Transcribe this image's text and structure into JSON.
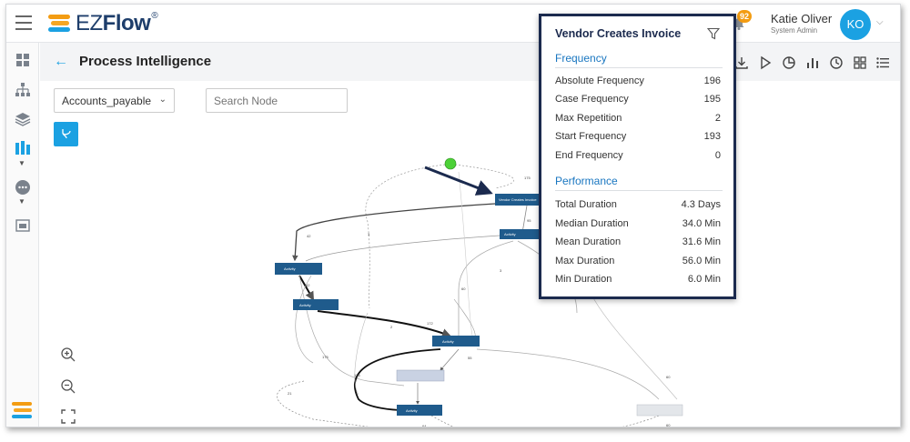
{
  "app": {
    "logo_text_light": "EZ",
    "logo_text_bold": "Flow",
    "logo_reg": "®",
    "notifications_count": "92"
  },
  "user": {
    "name": "Katie Oliver",
    "role": "System Admin",
    "initials": "KO"
  },
  "page": {
    "title": "Process Intelligence"
  },
  "controls": {
    "dataset_select": "Accounts_payable",
    "search_placeholder": "Search Node"
  },
  "sidebar": {
    "icons": [
      "dashboard-icon",
      "org-chart-icon",
      "layers-icon",
      "database-icon",
      "chat-icon",
      "reports-icon"
    ]
  },
  "toolbar": {
    "icons": [
      "download-icon",
      "play-icon",
      "pie-chart-icon",
      "bar-chart-icon",
      "clock-icon",
      "grid-icon",
      "list-icon"
    ]
  },
  "popover": {
    "title": "Vendor Creates Invoice",
    "frequency_heading": "Frequency",
    "frequency": [
      {
        "label": "Absolute Frequency",
        "value": "196"
      },
      {
        "label": "Case Frequency",
        "value": "195"
      },
      {
        "label": "Max Repetition",
        "value": "2"
      },
      {
        "label": "Start Frequency",
        "value": "193"
      },
      {
        "label": "End Frequency",
        "value": "0"
      }
    ],
    "performance_heading": "Performance",
    "performance": [
      {
        "label": "Total Duration",
        "value": "4.3 Days"
      },
      {
        "label": "Median Duration",
        "value": "34.0 Min"
      },
      {
        "label": "Mean Duration",
        "value": "31.6 Min"
      },
      {
        "label": "Max Duration",
        "value": "56.0 Min"
      },
      {
        "label": "Min Duration",
        "value": "6.0 Min"
      }
    ]
  },
  "colors": {
    "accent": "#1ba1e2",
    "node_dark": "#1f5b8c",
    "node_light": "#c9d2e3",
    "popover_border": "#1b2a4e",
    "start_node": "#4cd137",
    "end_node": "#b33939"
  }
}
